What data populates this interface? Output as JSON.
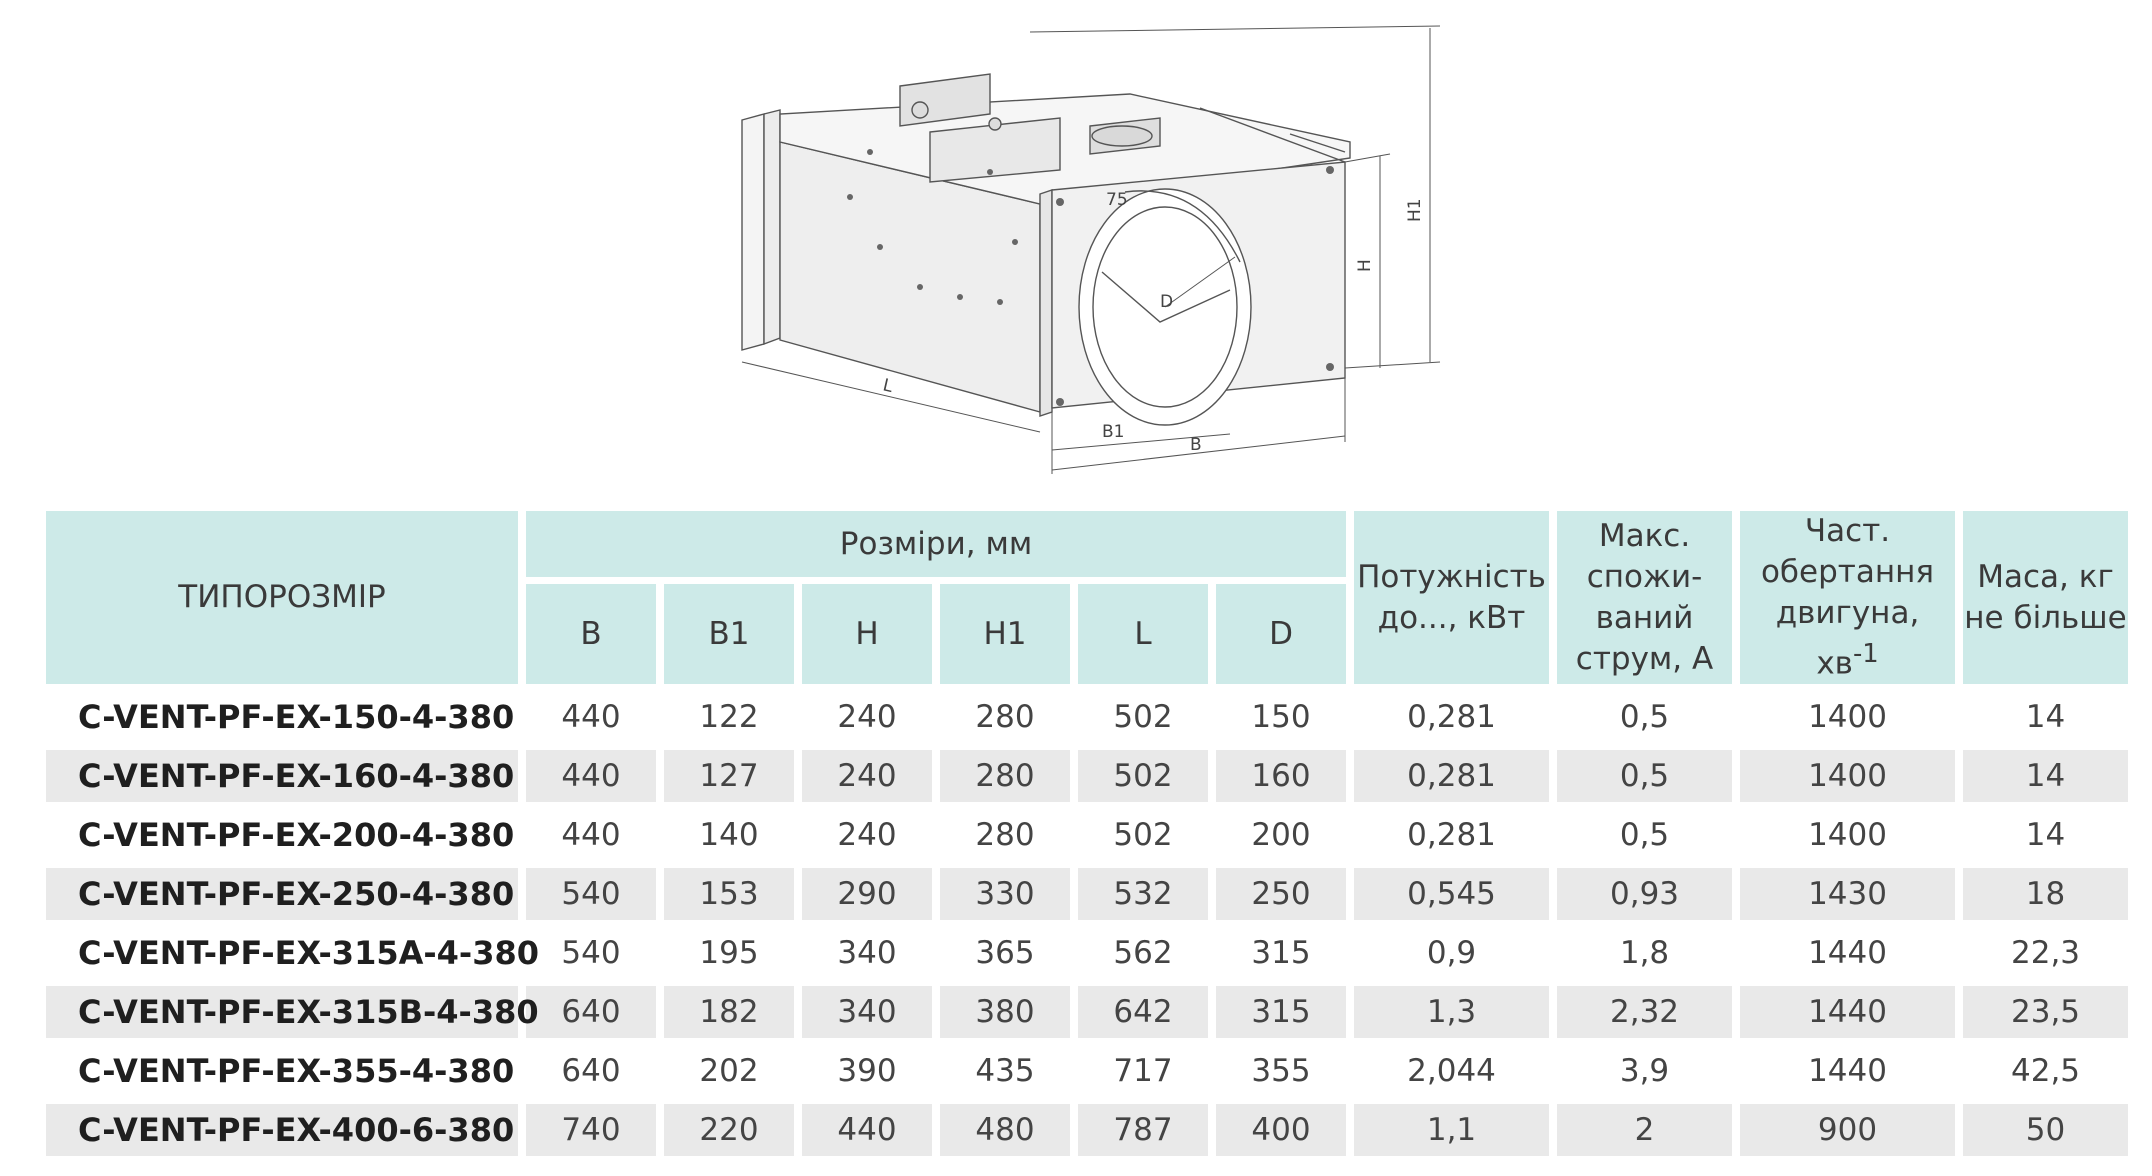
{
  "drawing": {
    "labels": {
      "L": "L",
      "B1": "B1",
      "B": "B",
      "H": "H",
      "H1": "H1",
      "D": "D",
      "flange": "75"
    }
  },
  "table": {
    "model_header": "ТИПОРОЗМІР",
    "dims_group": "Розміри, мм",
    "dim_cols": [
      "B",
      "B1",
      "H",
      "H1",
      "L",
      "D"
    ],
    "power_header": "Потужність до..., кВт",
    "current_header": "Макс. спожи- ваний струм, А",
    "speed_header_main": "Част. обертання двигуна, хв",
    "speed_header_sup": "-1",
    "mass_header": "Маса, кг не більше",
    "rows": [
      {
        "model": "C-VENT-PF-EX-150-4-380",
        "b": "440",
        "b1": "122",
        "h": "240",
        "h1": "280",
        "l": "502",
        "d": "150",
        "power": "0,281",
        "current": "0,5",
        "speed": "1400",
        "mass": "14"
      },
      {
        "model": "C-VENT-PF-EX-160-4-380",
        "b": "440",
        "b1": "127",
        "h": "240",
        "h1": "280",
        "l": "502",
        "d": "160",
        "power": "0,281",
        "current": "0,5",
        "speed": "1400",
        "mass": "14"
      },
      {
        "model": "C-VENT-PF-EX-200-4-380",
        "b": "440",
        "b1": "140",
        "h": "240",
        "h1": "280",
        "l": "502",
        "d": "200",
        "power": "0,281",
        "current": "0,5",
        "speed": "1400",
        "mass": "14"
      },
      {
        "model": "C-VENT-PF-EX-250-4-380",
        "b": "540",
        "b1": "153",
        "h": "290",
        "h1": "330",
        "l": "532",
        "d": "250",
        "power": "0,545",
        "current": "0,93",
        "speed": "1430",
        "mass": "18"
      },
      {
        "model": "C-VENT-PF-EX-315A-4-380",
        "b": "540",
        "b1": "195",
        "h": "340",
        "h1": "365",
        "l": "562",
        "d": "315",
        "power": "0,9",
        "current": "1,8",
        "speed": "1440",
        "mass": "22,3"
      },
      {
        "model": "C-VENT-PF-EX-315B-4-380",
        "b": "640",
        "b1": "182",
        "h": "340",
        "h1": "380",
        "l": "642",
        "d": "315",
        "power": "1,3",
        "current": "2,32",
        "speed": "1440",
        "mass": "23,5"
      },
      {
        "model": "C-VENT-PF-EX-355-4-380",
        "b": "640",
        "b1": "202",
        "h": "390",
        "h1": "435",
        "l": "717",
        "d": "355",
        "power": "2,044",
        "current": "3,9",
        "speed": "1440",
        "mass": "42,5"
      },
      {
        "model": "C-VENT-PF-EX-400-6-380",
        "b": "740",
        "b1": "220",
        "h": "440",
        "h1": "480",
        "l": "787",
        "d": "400",
        "power": "1,1",
        "current": "2",
        "speed": "900",
        "mass": "50"
      }
    ]
  }
}
